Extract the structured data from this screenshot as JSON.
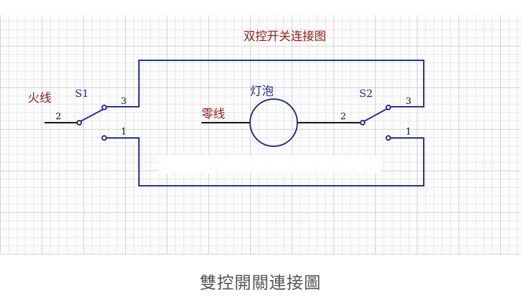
{
  "diagram": {
    "title": "双控开关连接图",
    "labels": {
      "live_wire": "火线",
      "neutral_wire": "零线",
      "bulb": "灯泡",
      "switch1": "S1",
      "switch2": "S2"
    },
    "pins": {
      "s1_common": "2",
      "s1_pin3": "3",
      "s1_pin1": "1",
      "s2_common": "2",
      "s2_pin3": "3",
      "s2_pin1": "1"
    },
    "colors": {
      "wire": "#232d8f",
      "label_red": "#9b1a1a"
    }
  },
  "caption": "雙控開關連接圖"
}
